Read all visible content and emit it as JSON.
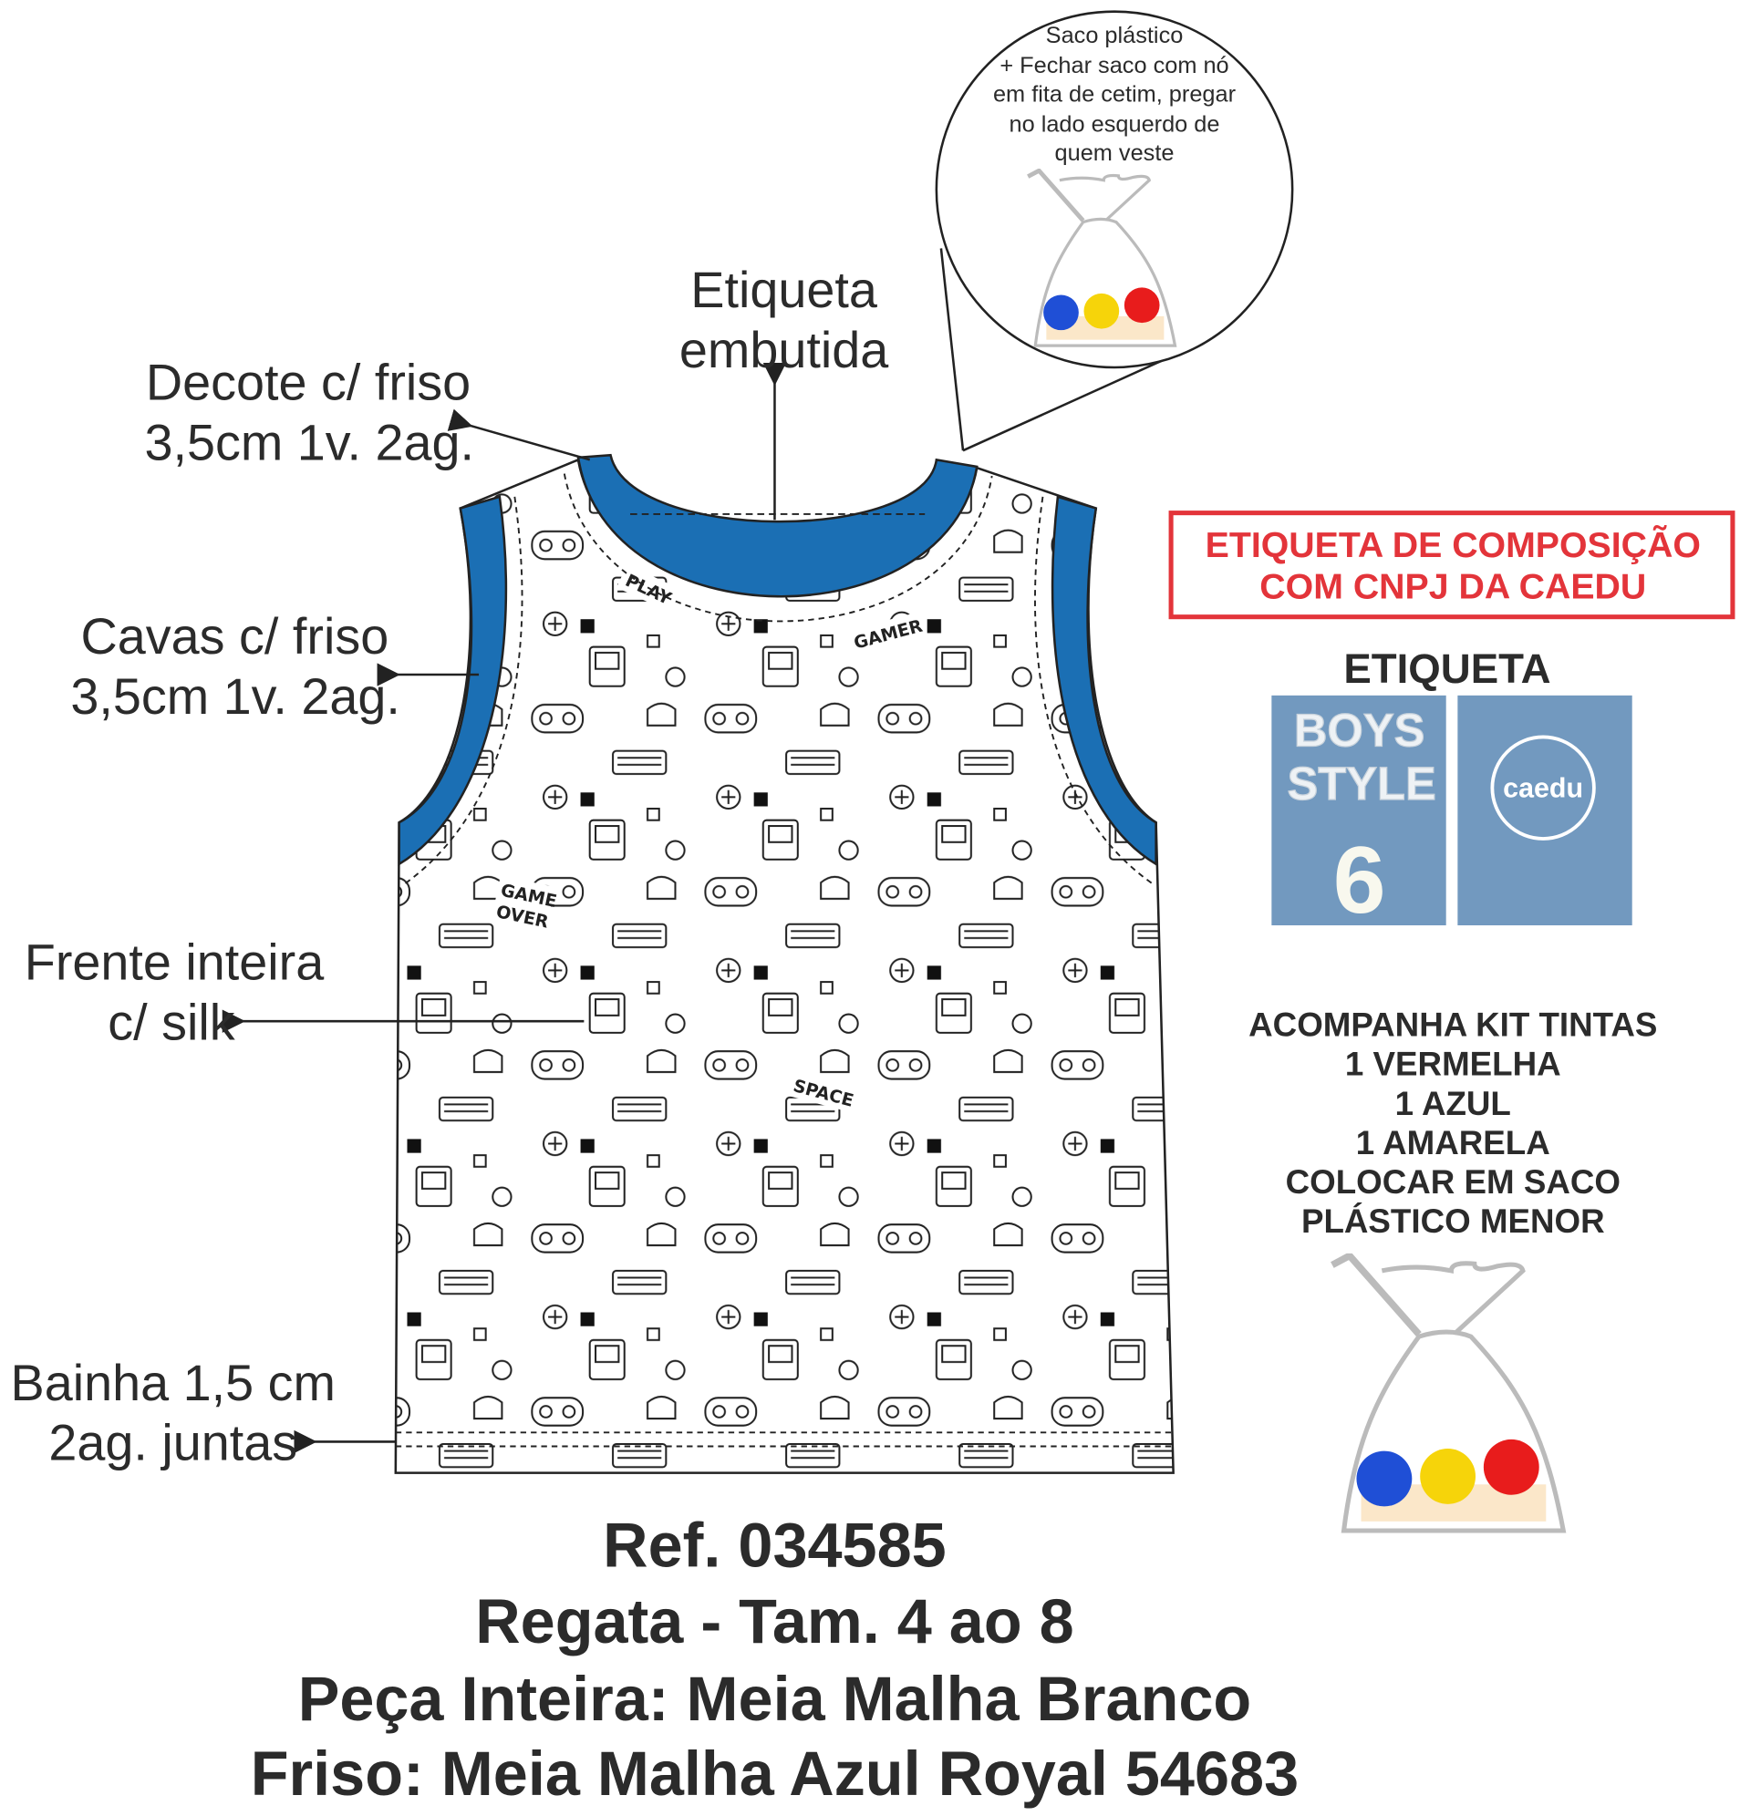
{
  "callouts": {
    "etiqueta_embutida": [
      "Etiqueta",
      "embutida"
    ],
    "decote": [
      "Decote c/ friso",
      "3,5cm 1v. 2ag."
    ],
    "cavas": [
      "Cavas c/ friso",
      "3,5cm 1v. 2ag."
    ],
    "frente": [
      "Frente inteira",
      "c/ silk"
    ],
    "bainha": [
      "Bainha 1,5 cm",
      "2ag. juntas"
    ]
  },
  "bag_detail": [
    "Saco plástico",
    "+ Fechar saco com nó",
    "em fita de cetim, pregar",
    "no lado esquerdo de",
    "quem veste"
  ],
  "composition_label": [
    "ETIQUETA DE COMPOSIÇÃO",
    "COM CNPJ DA CAEDU"
  ],
  "label_section": {
    "title": "ETIQUETA",
    "boys_style": [
      "BOYS",
      "STYLE"
    ],
    "size": "6",
    "brand": "caedu"
  },
  "kit_notes": [
    "ACOMPANHA KIT TINTAS",
    "1 VERMELHA",
    "1 AZUL",
    "1 AMARELA",
    "COLOCAR EM SACO",
    "PLÁSTICO MENOR"
  ],
  "print_words": [
    "PLAY",
    "GAMER",
    "SPACE",
    "GAME",
    "OVER"
  ],
  "footer": [
    "Ref. 034585",
    "Regata - Tam. 4 ao 8",
    "Peça Inteira: Meia Malha Branco",
    "Friso: Meia Malha Azul Royal 54683"
  ],
  "colors": {
    "friso_blue": "#1b6fb4",
    "label_blue": "#7299bf",
    "red": "#e3343a",
    "paint_blue": "#1f4fd6",
    "paint_yellow": "#f6d40a",
    "paint_red": "#e81c1c"
  }
}
